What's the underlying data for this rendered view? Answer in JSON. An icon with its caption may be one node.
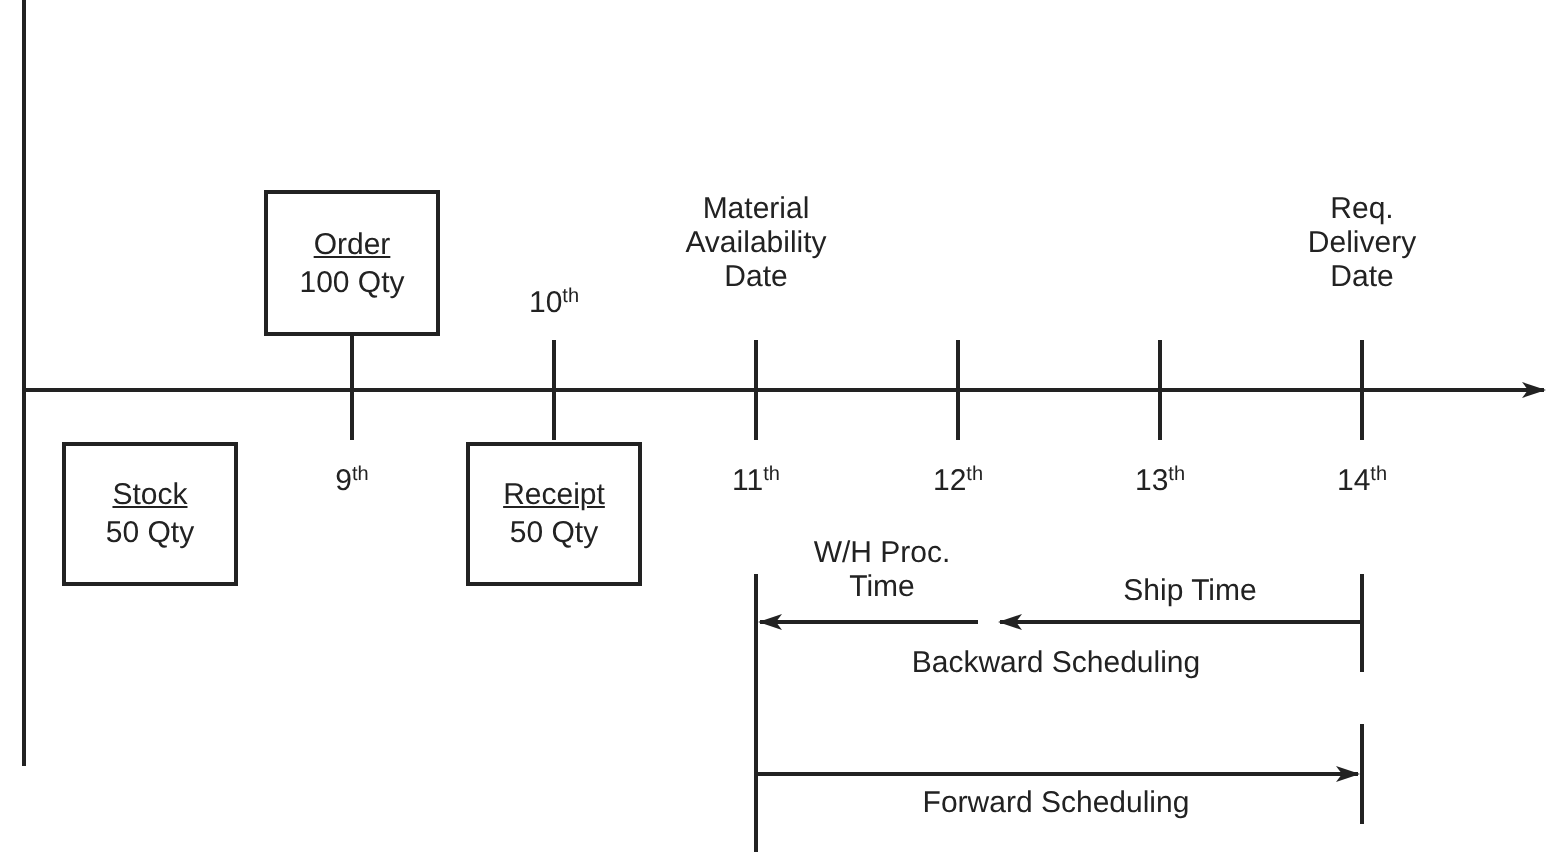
{
  "diagram": {
    "nodes": [
      {
        "text": [
          "Order",
          "100 Qty"
        ]
      },
      {
        "text": [
          "Stock",
          "50 Qty"
        ]
      },
      {
        "text": [
          "Receipt",
          "50 Qty"
        ]
      }
    ],
    "labels": [
      "Material Availability Date",
      "Req. Delivery Date",
      "10$^{th}$",
      "9$^{th}$",
      "11$^{th}$",
      "12$^{th}$",
      "13$^{th}$",
      "14$^{th}$",
      "W/H Proc. Time",
      "Ship Time",
      "Backward Scheduling",
      "Forward Scheduling"
    ]
  }
}
